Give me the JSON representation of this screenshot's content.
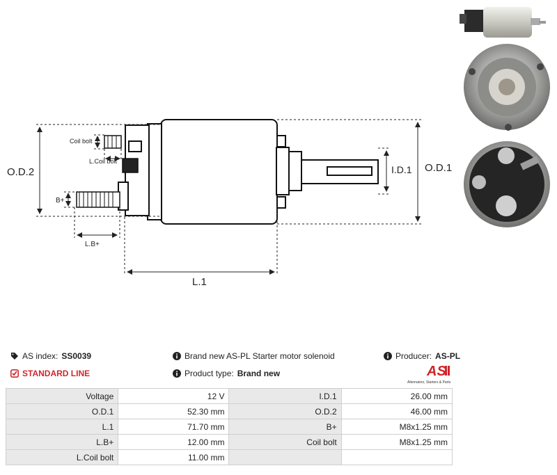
{
  "drawing_labels": {
    "od2": "O.D.2",
    "od1": "O.D.1",
    "id1": "I.D.1",
    "l1": "L.1",
    "coil_bolt": "Coil bolt",
    "lcoil_bolt": "L.Coil bolt",
    "bplus": "B+",
    "lbplus": "L.B+"
  },
  "info": {
    "as_index_label": "AS index:",
    "as_index_value": "SS0039",
    "description": "Brand new AS-PL Starter motor solenoid",
    "producer_label": "Producer:",
    "producer_value": "AS-PL",
    "line": "STANDARD LINE",
    "product_type_label": "Product type:",
    "product_type_value": "Brand new",
    "logo_text": "AS",
    "logo_tagline": "Alternators, Starters & Parts"
  },
  "colors": {
    "accent": "#d0262b",
    "label_bg": "#e9e9e9",
    "border": "#cfcfcf"
  },
  "specs": [
    [
      "Voltage",
      "12 V",
      "I.D.1",
      "26.00 mm"
    ],
    [
      "O.D.1",
      "52.30 mm",
      "O.D.2",
      "46.00 mm"
    ],
    [
      "L.1",
      "71.70 mm",
      "B+",
      "M8x1.25 mm"
    ],
    [
      "L.B+",
      "12.00 mm",
      "Coil bolt",
      "M8x1.25 mm"
    ],
    [
      "L.Coil bolt",
      "11.00 mm",
      "",
      ""
    ]
  ]
}
